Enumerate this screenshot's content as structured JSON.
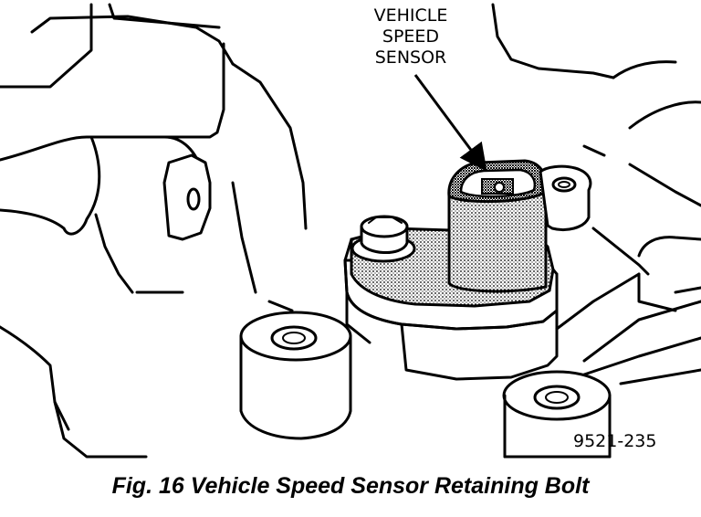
{
  "callout": {
    "line1": "VEHICLE",
    "line2": "SPEED",
    "line3": "SENSOR"
  },
  "figure_number": "9521-235",
  "caption": "Fig. 16 Vehicle Speed Sensor Retaining Bolt",
  "icons": [
    "transmission-housing-drawing",
    "speed-sensor-drawing",
    "retaining-bolt-drawing",
    "callout-arrow"
  ]
}
